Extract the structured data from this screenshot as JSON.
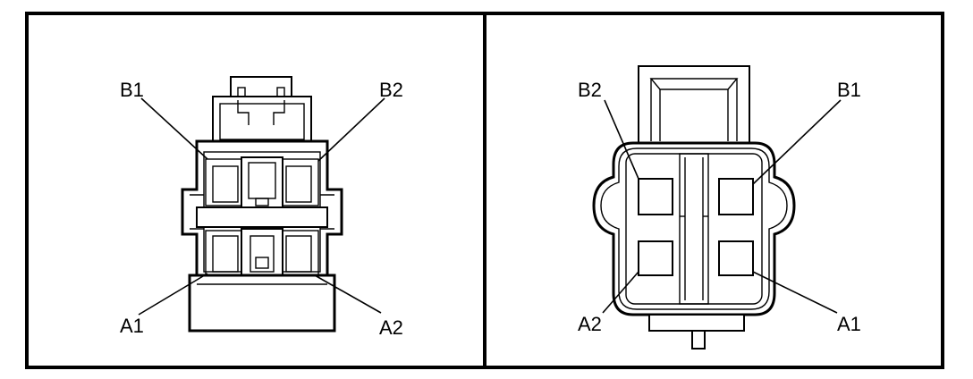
{
  "left_view": {
    "labels": {
      "b1": "B1",
      "b2": "B2",
      "a1": "A1",
      "a2": "A2"
    }
  },
  "right_view": {
    "labels": {
      "b2": "B2",
      "b1": "B1",
      "a2": "A2",
      "a1": "A1"
    }
  }
}
